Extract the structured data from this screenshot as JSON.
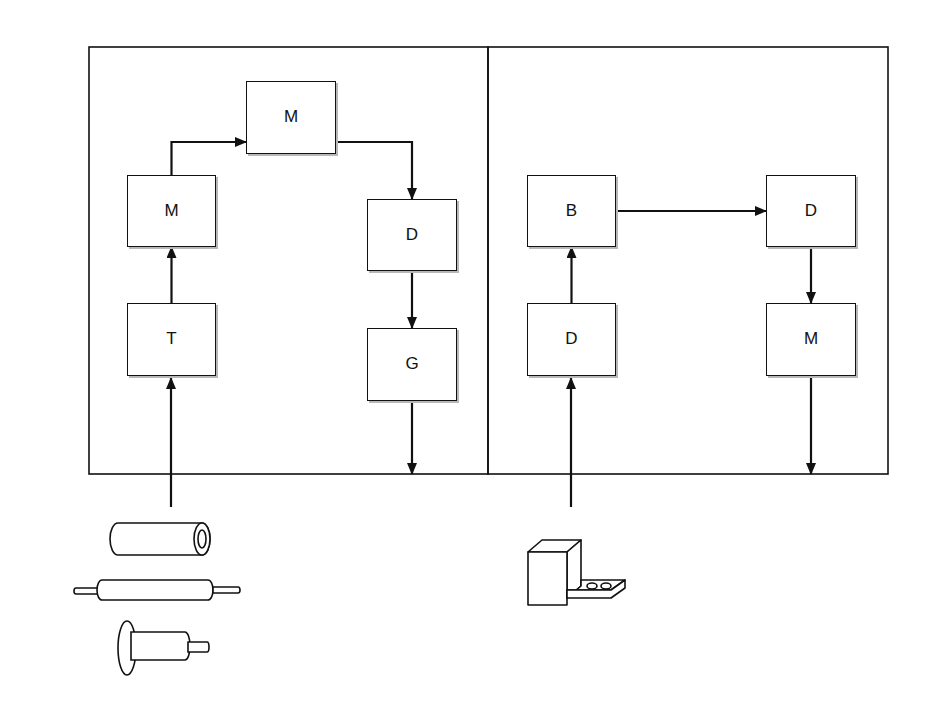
{
  "diagram": {
    "nodes": [
      {
        "text": [
          "T"
        ]
      },
      {
        "text": [
          "M"
        ]
      },
      {
        "text": [
          "M"
        ]
      },
      {
        "text": [
          "D"
        ]
      },
      {
        "text": [
          "G"
        ]
      },
      {
        "text": [
          "D"
        ]
      },
      {
        "text": [
          "B"
        ]
      },
      {
        "text": [
          "D"
        ]
      },
      {
        "text": [
          "M"
        ]
      }
    ],
    "edges": [
      {
        "from": 0,
        "to": 1,
        "arrow": "to"
      },
      {
        "from": 1,
        "to": 2,
        "arrow": "to"
      },
      {
        "from": 2,
        "to": 3,
        "arrow": "to"
      },
      {
        "from": 3,
        "to": 4,
        "arrow": "to"
      },
      {
        "from": 5,
        "to": 6,
        "arrow": "to"
      },
      {
        "from": 6,
        "to": 7,
        "arrow": "to"
      },
      {
        "from": 7,
        "to": 8,
        "arrow": "to"
      }
    ]
  }
}
